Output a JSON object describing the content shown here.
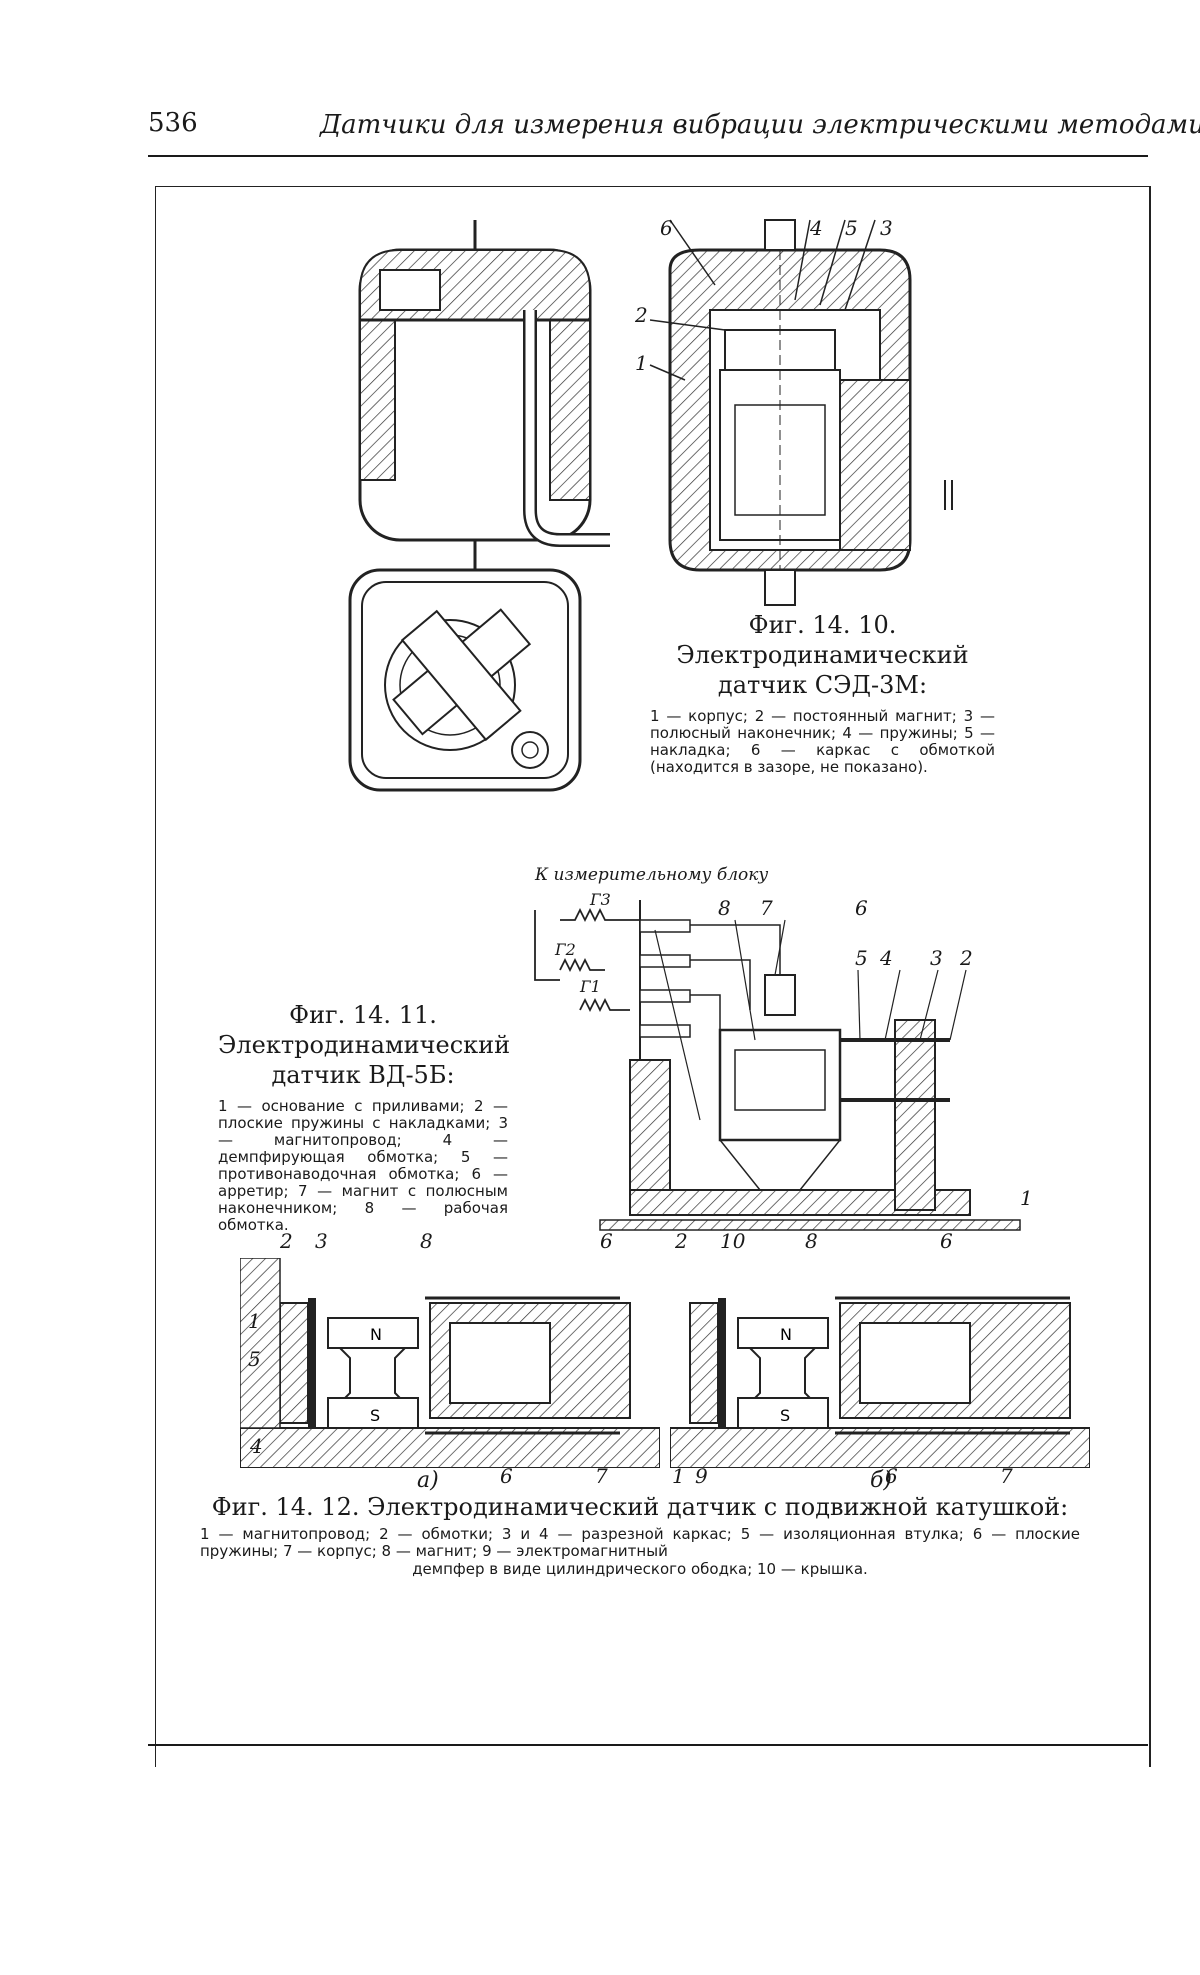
{
  "header": {
    "page_number": "536",
    "running_head": "Датчики для измерения вибрации электрическими методами"
  },
  "fig_14_10": {
    "title": "Фиг. 14. 10. Электродинамический датчик СЭД-3М:",
    "legend": "1 — корпус; 2 — постоянный магнит; 3 — полюсный наконечник; 4 — пружины; 5 — накладка; 6 — каркас с обмоткой (находится в зазоре, не показано).",
    "labels": [
      "6",
      "4",
      "5",
      "3",
      "2",
      "1"
    ]
  },
  "fig_14_11": {
    "title": "Фиг. 14. 11. Электродинамический датчик ВД-5Б:",
    "legend": "1 — основание с приливами; 2 — плоские пружины с накладками; 3 — магнитопровод; 4 — демпфирующая обмотка; 5 — противонаводочная обмотка; 6 — арретир; 7 — магнит с полюсным наконечником; 8 — рабочая обмотка.",
    "note": "К измерительному блоку",
    "resistors": [
      "Г1",
      "Г2",
      "Г3"
    ],
    "labels": [
      "8",
      "7",
      "6",
      "5",
      "4",
      "3",
      "2",
      "1"
    ]
  },
  "fig_14_12": {
    "title": "Фиг. 14. 12. Электродинамический датчик с подвижной катушкой:",
    "legend": "1 — магнитопровод; 2 — обмотки; 3 и 4 — разрезной каркас; 5 — изоляционная втулка; 6 — плоские пружины; 7 — корпус; 8 — магнит; 9 — электромагнитный",
    "legend_last": "демпфер в виде цилиндрического ободка; 10 — крышка.",
    "sub_a": "а)",
    "sub_b": "б)",
    "labels_a": [
      "2",
      "3",
      "8",
      "6",
      "1",
      "5",
      "4",
      "6",
      "7"
    ],
    "labels_b": [
      "2",
      "10",
      "8",
      "6",
      "1",
      "9",
      "6",
      "7"
    ],
    "pole_n": "N",
    "pole_s": "S"
  }
}
